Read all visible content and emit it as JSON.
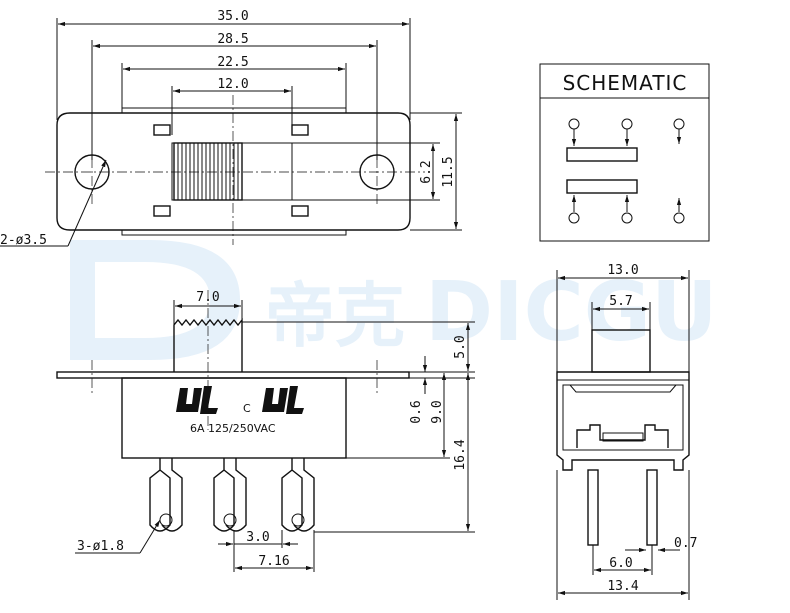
{
  "watermark": {
    "brand": "DICGU",
    "cn": "帝克"
  },
  "top_view": {
    "dims": {
      "overall": "35.0",
      "holes": "28.5",
      "body": "22.5",
      "slot": "12.0",
      "height_inner": "6.2",
      "height_outer": "11.5"
    },
    "hole_label": "2-ø3.5"
  },
  "schematic": {
    "title": "SCHEMATIC"
  },
  "front_view": {
    "dims": {
      "knob_w": "7.0",
      "knob_h": "5.0",
      "flange": "0.6",
      "body_h": "9.0",
      "total_h": "16.4",
      "pitch": "3.0",
      "pin_span": "7.16"
    },
    "marking_c": "C",
    "rating": "6A 125/250VAC",
    "pin_label": "3-ø1.8"
  },
  "side_view": {
    "dims": {
      "width": "13.0",
      "knob": "5.7",
      "pin_pitch": "6.0",
      "pin_thk": "0.7",
      "base": "13.4"
    }
  }
}
